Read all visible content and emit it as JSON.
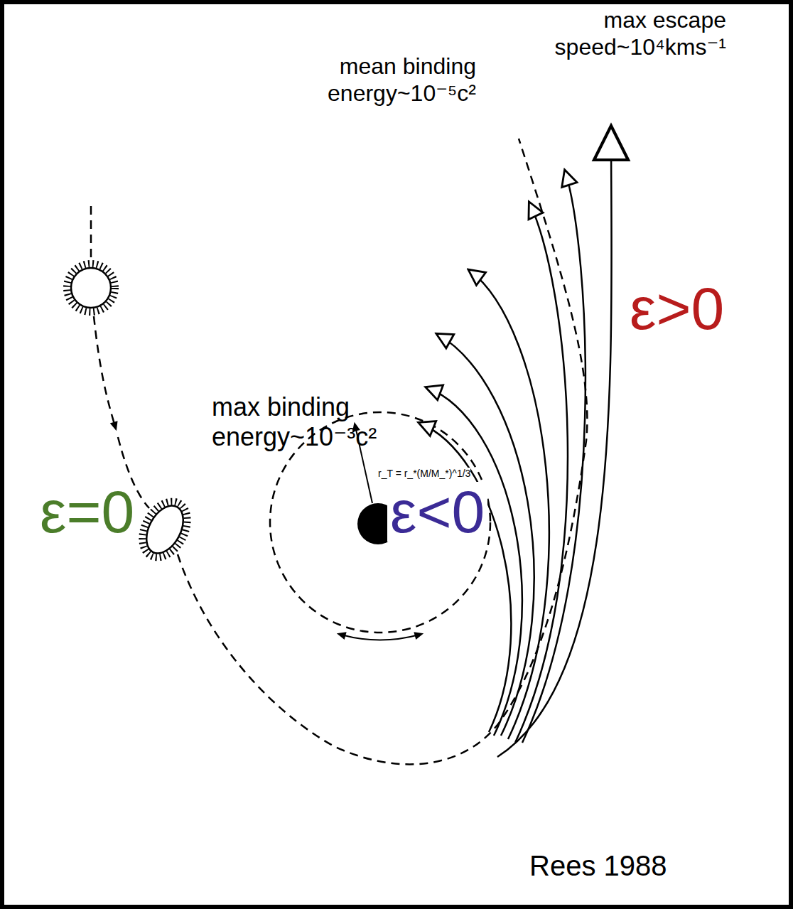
{
  "diagram": {
    "labels": [
      "max escape speed~10⁴kms⁻¹",
      "mean binding energy~10⁻⁵c²",
      "ε>0",
      "max binding energy~10⁻³c²",
      "ε=0",
      "ε<0",
      "r_T = r_*(M/M_*)^1/3",
      "Rees 1988"
    ]
  }
}
